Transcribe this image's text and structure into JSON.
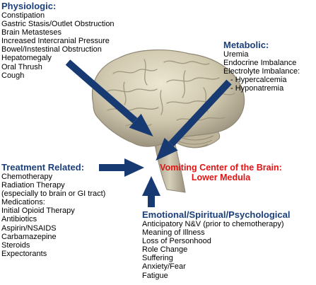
{
  "colors": {
    "heading": "#1b3f7a",
    "arrow": "#173a73",
    "center_text": "#e01414",
    "brain": "#c9c1a8",
    "brain_shadow": "#8f8674"
  },
  "physiologic": {
    "title": "Physiologic:",
    "items": [
      "Constipation",
      "Gastric Stasis/Outlet Obstruction",
      "Brain Metasteses",
      "Increased Intercranial Pressure",
      "Bowel/Instestinal Obstruction",
      "Hepatomegaly",
      "Oral Thrush",
      "Cough"
    ]
  },
  "metabolic": {
    "title": "Metabolic:",
    "items": [
      "Uremia",
      "Endocrine Imbalance",
      "Electrolyte Imbalance:",
      "- Hypercalcemia",
      "- Hyponatremia"
    ]
  },
  "treatment": {
    "title": "Treatment Related:",
    "items": [
      "Chemotherapy",
      "Radiation Therapy",
      "(especially to brain or GI tract)",
      "Medications:",
      "Initial Opioid Therapy",
      "Antibiotics",
      "Aspirin/NSAIDS",
      "Carbamazepine",
      "Steroids",
      "Expectorants"
    ]
  },
  "emotional": {
    "title": "Emotional/Spiritual/Psychological",
    "items": [
      "Anticipatory N&V (prior to chemotherapy)",
      "Meaning of Illness",
      "Loss of Personhood",
      "Role Change",
      "Suffering",
      "Anxiety/Fear",
      "Fatigue"
    ]
  },
  "center": {
    "line1": "Vomiting Center of the Brain:",
    "line2": "Lower Medula"
  }
}
